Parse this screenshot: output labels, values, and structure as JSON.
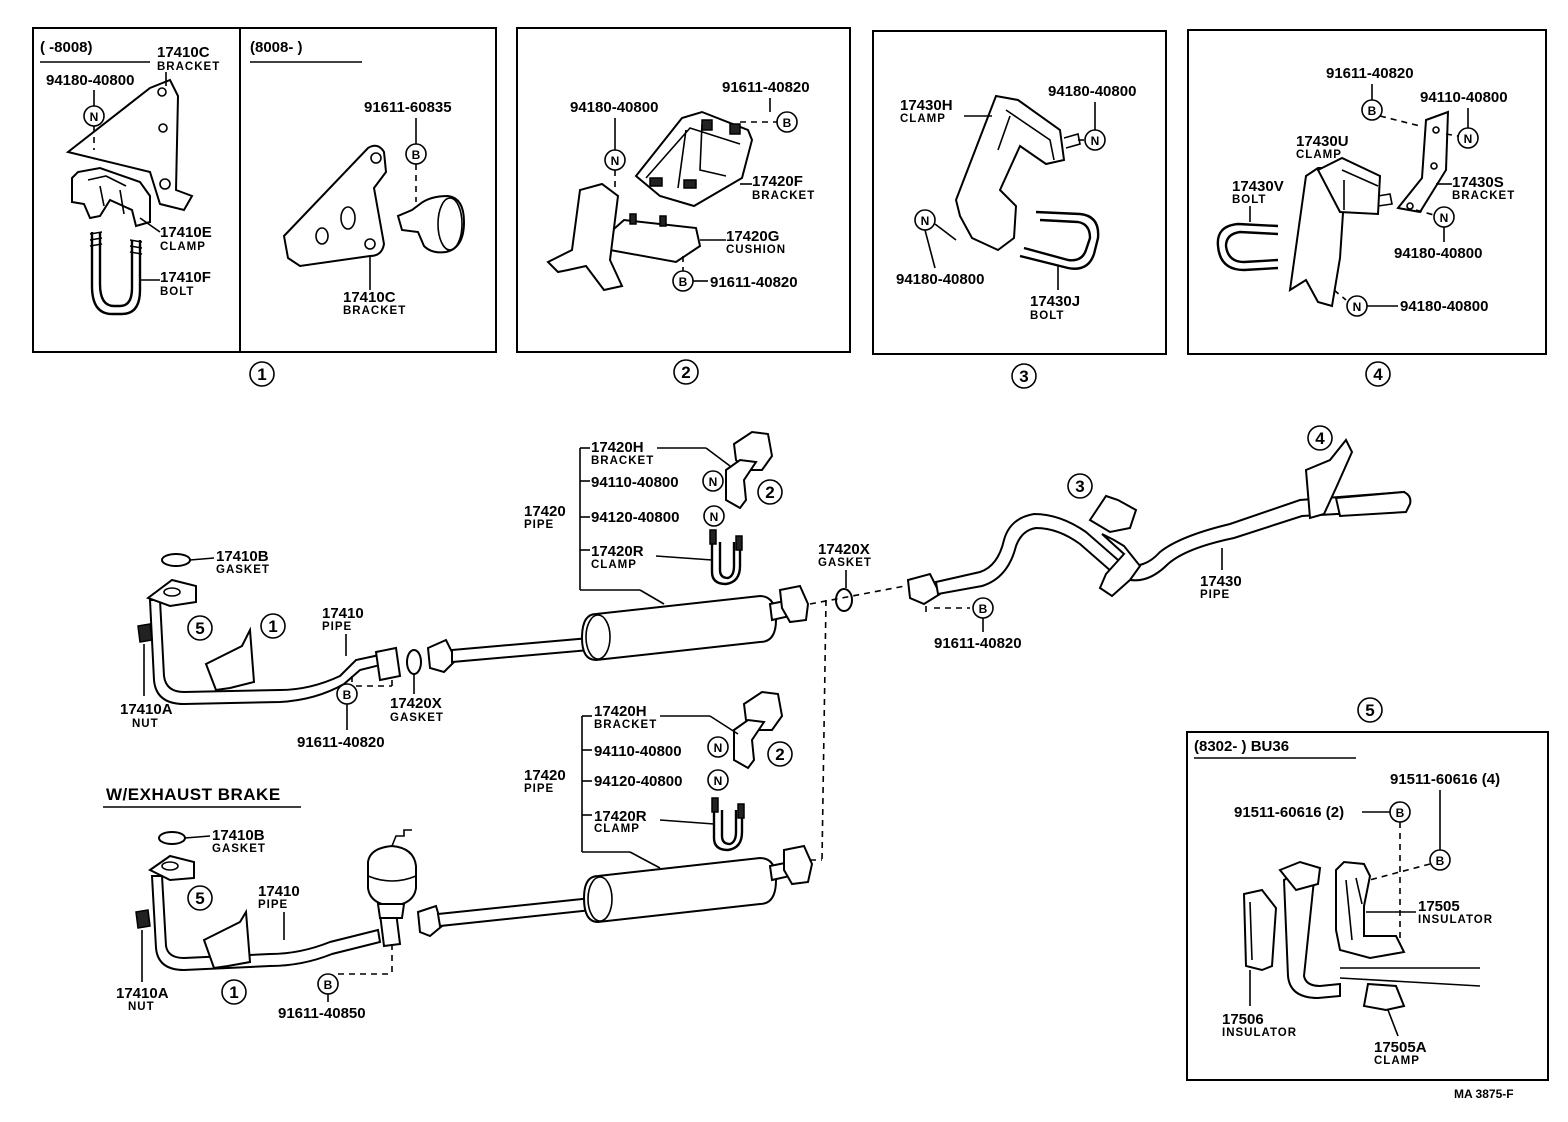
{
  "detail_boxes": {
    "box1": {
      "left_header": "(      -8008)",
      "right_header": "(8008-        )",
      "left_parts": [
        {
          "pn": "17410C",
          "name": "BRACKET"
        },
        {
          "pn": "94180-40800",
          "name": ""
        },
        {
          "pn": "17410E",
          "name": "CLAMP"
        },
        {
          "pn": "17410F",
          "name": "BOLT"
        }
      ],
      "right_parts": [
        {
          "pn": "91611-60835",
          "name": ""
        },
        {
          "pn": "17410C",
          "name": "BRACKET"
        }
      ],
      "ref": "1"
    },
    "box2": {
      "parts": [
        {
          "pn": "94180-40800",
          "name": ""
        },
        {
          "pn": "91611-40820",
          "name": ""
        },
        {
          "pn": "17420F",
          "name": "BRACKET"
        },
        {
          "pn": "17420G",
          "name": "CUSHION"
        },
        {
          "pn": "91611-40820",
          "name": ""
        }
      ],
      "ref": "2"
    },
    "box3": {
      "parts": [
        {
          "pn": "17430H",
          "name": "CLAMP"
        },
        {
          "pn": "94180-40800",
          "name": ""
        },
        {
          "pn": "94180-40800",
          "name": ""
        },
        {
          "pn": "17430J",
          "name": "BOLT"
        }
      ],
      "ref": "3"
    },
    "box4": {
      "parts": [
        {
          "pn": "91611-40820",
          "name": ""
        },
        {
          "pn": "94110-40800",
          "name": ""
        },
        {
          "pn": "17430U",
          "name": "CLAMP"
        },
        {
          "pn": "17430V",
          "name": "BOLT"
        },
        {
          "pn": "17430S",
          "name": "BRACKET"
        },
        {
          "pn": "94180-40800",
          "name": ""
        },
        {
          "pn": "94180-40800",
          "name": ""
        }
      ],
      "ref": "4"
    }
  },
  "upper_assembly": {
    "pipe_17420": {
      "pn": "17420",
      "name": "PIPE"
    },
    "bracket": {
      "pn": "17420H",
      "name": "BRACKET"
    },
    "nut_1": "94110-40800",
    "nut_2": "94120-40800",
    "clamp": {
      "pn": "17420R",
      "name": "CLAMP"
    },
    "gasket_17420x_top": {
      "pn": "17420X",
      "name": "GASKET"
    },
    "gasket_17410b": {
      "pn": "17410B",
      "name": "GASKET"
    },
    "nut_17410a": {
      "pn": "17410A",
      "name": "NUT"
    },
    "pipe_17410": {
      "pn": "17410",
      "name": "PIPE"
    },
    "bolt_front": "91611-40820",
    "gasket_17420x": {
      "pn": "17420X",
      "name": "GASKET"
    },
    "bolt_rear": "91611-40820",
    "pipe_17430": {
      "pn": "17430",
      "name": "PIPE"
    }
  },
  "exhaust_brake": {
    "title": "W/EXHAUST BRAKE",
    "gasket": {
      "pn": "17410B",
      "name": "GASKET"
    },
    "nut": {
      "pn": "17410A",
      "name": "NUT"
    },
    "pipe_17410": {
      "pn": "17410",
      "name": "PIPE"
    },
    "bolt": "91611-40850",
    "pipe_17420": {
      "pn": "17420",
      "name": "PIPE"
    },
    "bracket": {
      "pn": "17420H",
      "name": "BRACKET"
    },
    "nut_1": "94110-40800",
    "nut_2": "94120-40800",
    "clamp": {
      "pn": "17420R",
      "name": "CLAMP"
    }
  },
  "box5": {
    "ref": "5",
    "header": "(8302-          ) BU36",
    "bolt_2": "91511-60616 (2)",
    "bolt_4": "91511-60616 (4)",
    "insulator_a": {
      "pn": "17505",
      "name": "INSULATOR"
    },
    "insulator_b": {
      "pn": "17506",
      "name": "INSULATOR"
    },
    "clamp": {
      "pn": "17505A",
      "name": "CLAMP"
    }
  },
  "symbols": {
    "nut": "N",
    "bolt": "B"
  },
  "refs": {
    "r1": "1",
    "r2": "2",
    "r3": "3",
    "r4": "4",
    "r5": "5"
  },
  "figure_code": "MA 3875-F"
}
